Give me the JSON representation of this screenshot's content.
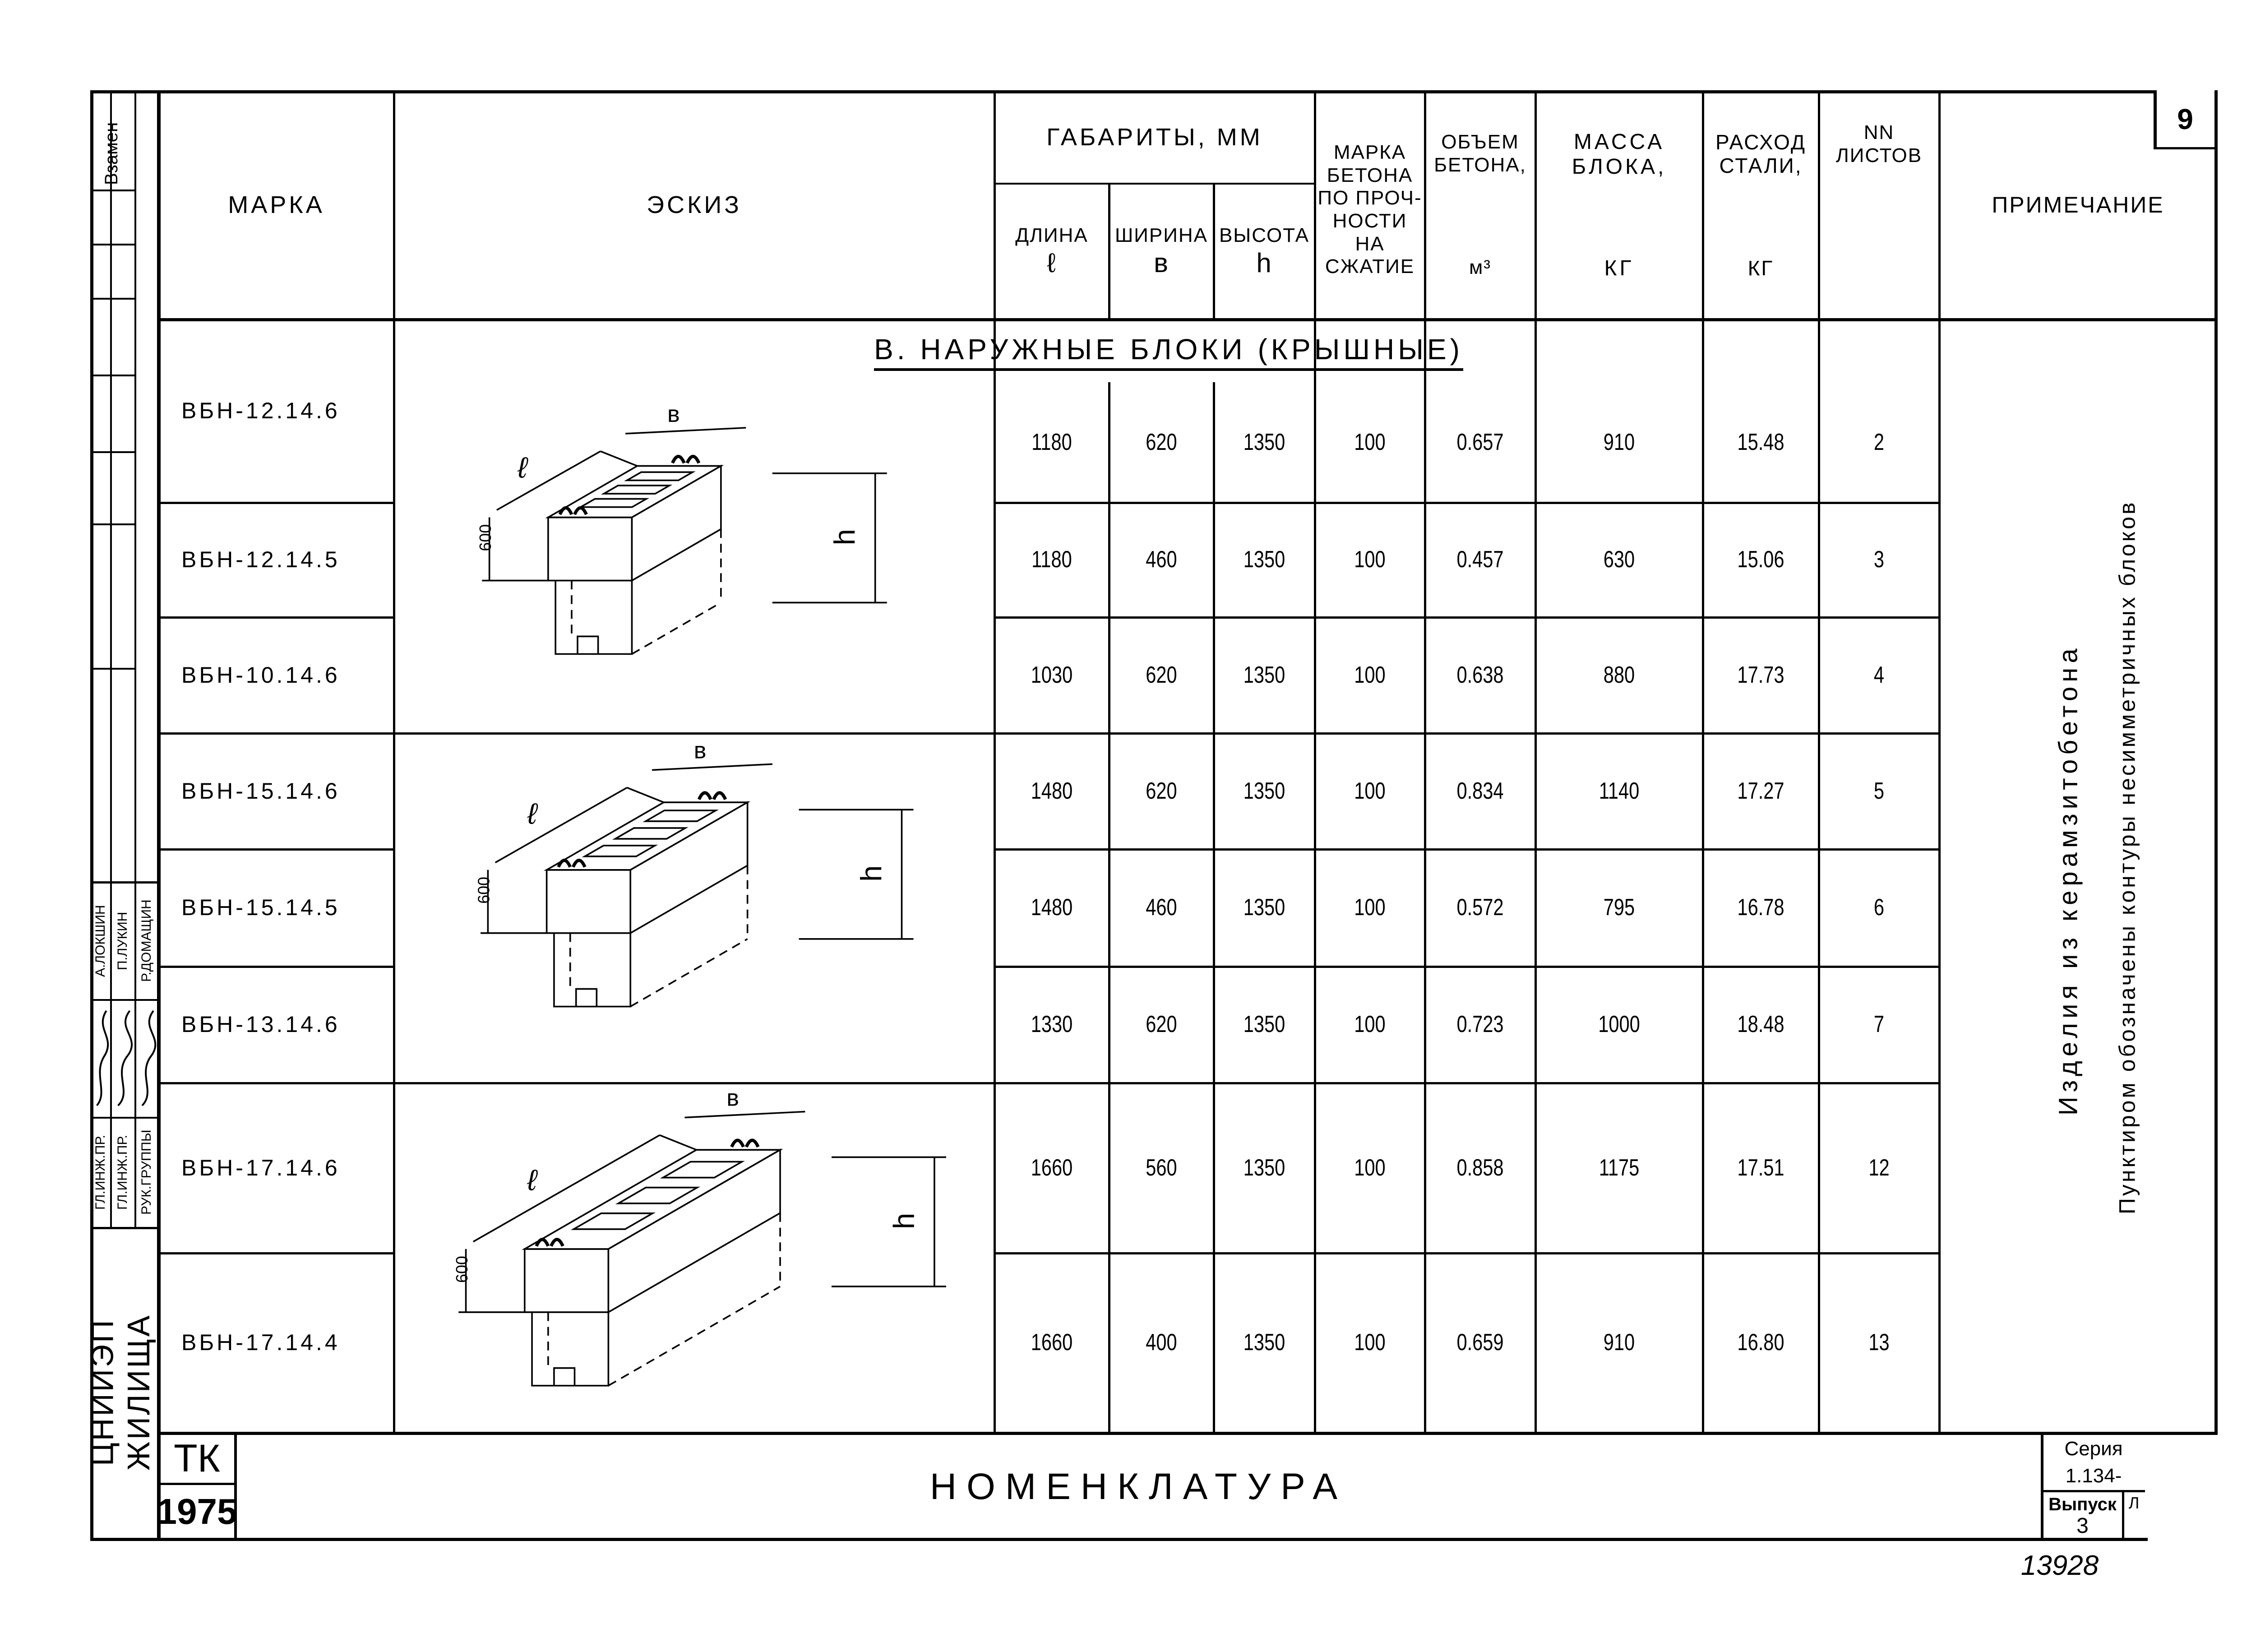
{
  "sheet_number": "9",
  "left_strip": {
    "zamen": "Взамен",
    "organization": "ЦНИИЭП жилища",
    "signatures": [
      {
        "role": "Гл.инж.пр.",
        "name": "А.Локшин"
      },
      {
        "role": "Гл.инж.пр.",
        "name": "П.Лукин"
      },
      {
        "role": "Рук.группы",
        "name": "Р.Домащин"
      }
    ]
  },
  "header": {
    "marka": "Марка",
    "eskiz": "Эскиз",
    "gabarity": "Габариты, мм",
    "dlina": "Длина",
    "dlina_sym": "ℓ",
    "shirina": "Ширина",
    "shirina_sym": "в",
    "vysota": "Высота",
    "vysota_sym": "h",
    "marka_betona": "Марка бетона по проч-ности на сжатие",
    "obem": "Объем бетона,",
    "obem_unit": "м³",
    "massa": "Масса блока,",
    "massa_unit": "кг",
    "rashod": "Расход стали,",
    "rashod_unit": "кг",
    "nn": "NN листов",
    "primechanie": "Примечание"
  },
  "section_title": "В. Наружные блоки (крышные)",
  "rows": [
    {
      "marka": "ВБН-12.14.6",
      "dlina": "1180",
      "shirina": "620",
      "vysota": "1350",
      "beton": "100",
      "obem": "0.657",
      "massa": "910",
      "rashod": "15.48",
      "list": "2"
    },
    {
      "marka": "ВБН-12.14.5",
      "dlina": "1180",
      "shirina": "460",
      "vysota": "1350",
      "beton": "100",
      "obem": "0.457",
      "massa": "630",
      "rashod": "15.06",
      "list": "3"
    },
    {
      "marka": "ВБН-10.14.6",
      "dlina": "1030",
      "shirina": "620",
      "vysota": "1350",
      "beton": "100",
      "obem": "0.638",
      "massa": "880",
      "rashod": "17.73",
      "list": "4"
    },
    {
      "marka": "ВБН-15.14.6",
      "dlina": "1480",
      "shirina": "620",
      "vysota": "1350",
      "beton": "100",
      "obem": "0.834",
      "massa": "1140",
      "rashod": "17.27",
      "list": "5"
    },
    {
      "marka": "ВБН-15.14.5",
      "dlina": "1480",
      "shirina": "460",
      "vysota": "1350",
      "beton": "100",
      "obem": "0.572",
      "massa": "795",
      "rashod": "16.78",
      "list": "6"
    },
    {
      "marka": "ВБН-13.14.6",
      "dlina": "1330",
      "shirina": "620",
      "vysota": "1350",
      "beton": "100",
      "obem": "0.723",
      "massa": "1000",
      "rashod": "18.48",
      "list": "7"
    },
    {
      "marka": "ВБН-17.14.6",
      "dlina": "1660",
      "shirina": "560",
      "vysota": "1350",
      "beton": "100",
      "obem": "0.858",
      "massa": "1175",
      "rashod": "17.51",
      "list": "12"
    },
    {
      "marka": "ВБН-17.14.4",
      "dlina": "1660",
      "shirina": "400",
      "vysota": "1350",
      "beton": "100",
      "obem": "0.659",
      "massa": "910",
      "rashod": "16.80",
      "list": "13"
    }
  ],
  "sketches": [
    {
      "l": "ℓ",
      "b": "в",
      "h": "h",
      "dim": "600"
    },
    {
      "l": "ℓ",
      "b": "в",
      "h": "h",
      "dim": "600"
    },
    {
      "l": "ℓ",
      "b": "в",
      "h": "h",
      "dim": "600"
    }
  ],
  "notes": [
    "Изделия из керамзитобетона",
    "Пунктиром обозначены контуры несимметричных блоков"
  ],
  "title_block": {
    "tk": "ТК",
    "year": "1975",
    "title": "Номенклатура",
    "seria_label": "Серия",
    "seria_value": "1.134-",
    "vypusk_label": "Выпуск",
    "vypusk_value": "3",
    "sheet_letter": "Л"
  },
  "stamp_number": "13928"
}
